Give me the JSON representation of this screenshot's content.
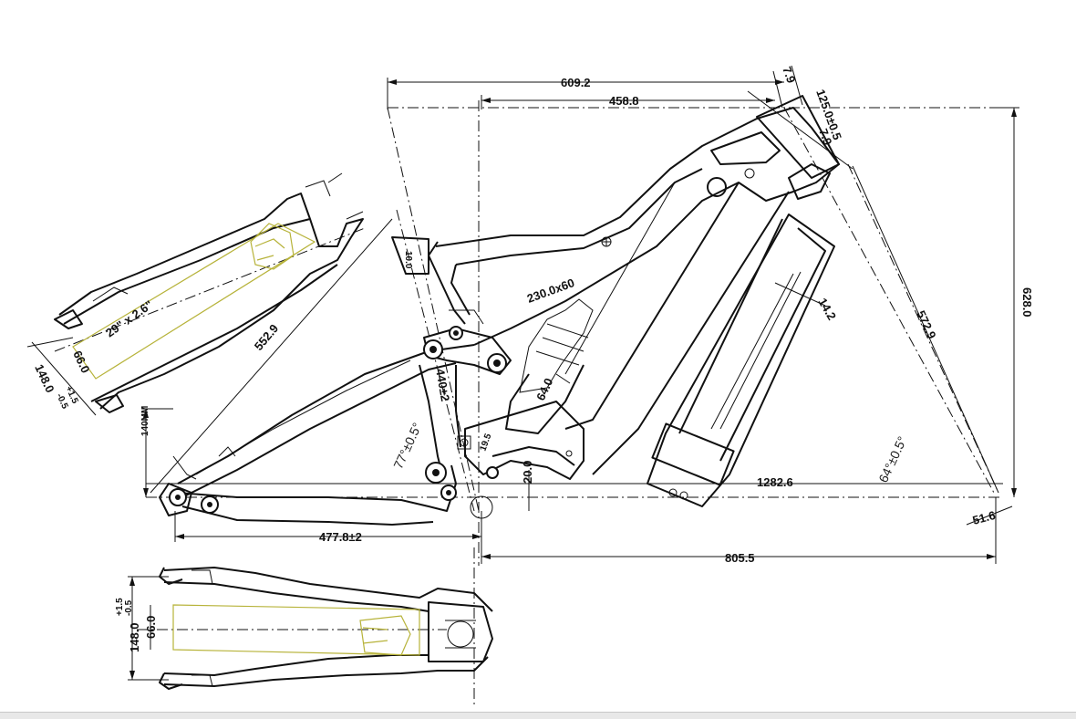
{
  "dimensions": {
    "top_length": "609.2",
    "reach_top": "458.8",
    "head_offset_a": "7.9",
    "head_offset_b": "7.9",
    "head_height": "125.0±0.5",
    "stack": "628.0",
    "stem_line": "572.9",
    "battery_offset": "14.2",
    "seat_stay": "552.9",
    "tire_spec": "29\" x 2.6\"",
    "rear_width": "148.0",
    "rear_tol_top": "+1.5",
    "rear_tol_bottom": "-0.5",
    "rear_inner": "66.0",
    "shock_length": "230.0x60",
    "seat_tube": "440±2",
    "bottle_size": "64.0",
    "dropout_height": "140MM",
    "seat_angle": "77°±0.5°",
    "bb_drop_small": "19.5",
    "bb_drop": "20.0",
    "wheelbase": "1282.6",
    "head_angle": "64°±0.5°",
    "fork_offset": "51.6",
    "chainstay": "477.8±2",
    "front_center": "805.5",
    "clearance_small": "10.0",
    "bottom_rear_width": "148.0",
    "bottom_rear_tol_top": "+1.5",
    "bottom_rear_tol_bottom": "-0.5",
    "bottom_rear_inner": "66.0"
  }
}
